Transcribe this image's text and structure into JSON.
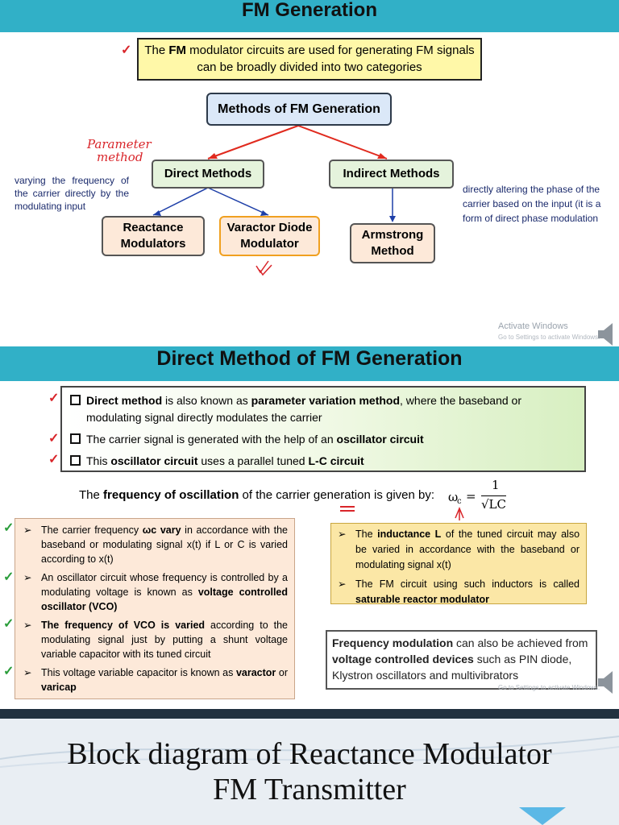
{
  "slide1": {
    "title": "FM Generation",
    "intro_pre": "The ",
    "intro_bold": "FM",
    "intro_post": " modulator circuits are used for generating FM signals can be broadly divided into two categories",
    "root": "Methods of FM Generation",
    "direct": "Direct Methods",
    "indirect": "Indirect Methods",
    "reactance": "Reactance Modulators",
    "varactor": "Varactor Diode Modulator",
    "armstrong": "Armstrong Method",
    "direct_note": "varying the frequency of the carrier directly by the modulating input",
    "indirect_note": "directly altering the phase of the carrier based on the input (it is a form of direct phase modulation",
    "handwriting": [
      "Parameter",
      "method"
    ],
    "watermark1": "Activate Windows",
    "watermark2": "Go to Settings to activate Windows."
  },
  "slide2": {
    "title": "Direct Method of FM Generation",
    "b1_pre": "Direct method",
    "b1_mid": " is also known as ",
    "b1_bold": "parameter variation method",
    "b1_post": ", where the baseband or modulating signal directly modulates the carrier",
    "b2_pre": "The carrier signal is generated with the help of an ",
    "b2_bold": "oscillator circuit",
    "b3_pre": "This ",
    "b3_bold1": "oscillator circuit",
    "b3_mid": " uses a parallel tuned ",
    "b3_bold2": "L-C circuit",
    "formula_pre": "The ",
    "formula_bold": "frequency of oscillation",
    "formula_post": " of the carrier generation is given by:",
    "formula_lhs": "ω",
    "formula_sub": "c",
    "formula_eq": "=",
    "formula_num": "1",
    "formula_den": "√LC",
    "left_items": [
      {
        "pre": "The carrier frequency ",
        "bold": "ωc vary",
        "post": " in accordance with the baseband or modulating signal x(t) if L or C is varied according to x(t)"
      },
      {
        "pre": "An oscillator circuit whose frequency is controlled by a modulating voltage is known as ",
        "bold": "voltage controlled oscillator (VCO)",
        "post": ""
      },
      {
        "pre": "",
        "bold": "The frequency of VCO is varied",
        "post": " according to the modulating signal just by putting a shunt voltage variable capacitor with its tuned circuit"
      },
      {
        "pre": "This voltage variable capacitor is known as ",
        "bold": "varactor",
        "mid": " or ",
        "bold2": "varicap"
      }
    ],
    "right_items": [
      {
        "pre": "The ",
        "bold": "inductance L",
        "post": " of the tuned circuit may also be varied in accordance with the baseband or modulating signal x(t)"
      },
      {
        "pre": "The FM circuit using such inductors is called ",
        "bold": "saturable reactor modulator",
        "post": ""
      }
    ],
    "note_bold1": "Frequency modulation",
    "note_mid1": " can also be achieved from ",
    "note_bold2": "voltage controlled devices",
    "note_post": " such as PIN diode, Klystron oscillators and multivibrators",
    "watermark": "Go to Settings to activate Windows."
  },
  "slide3": {
    "title_line1": "Block diagram of Reactance Modulator",
    "title_line2": "FM Transmitter"
  }
}
